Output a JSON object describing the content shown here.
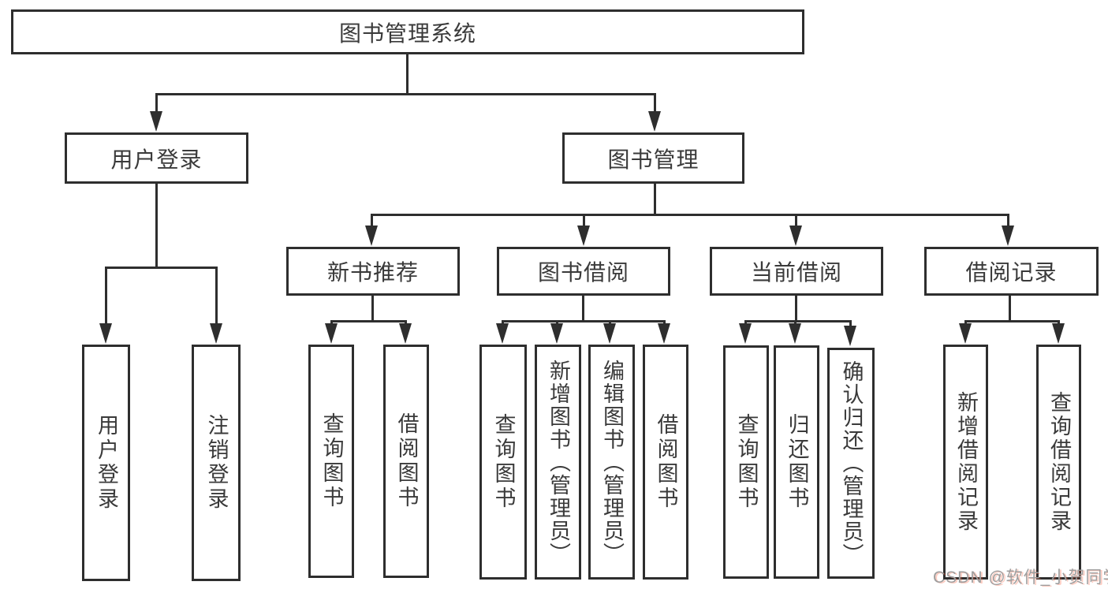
{
  "tree": {
    "root": "图书管理系统",
    "level2": [
      "用户登录",
      "图书管理"
    ],
    "level3": [
      "新书推荐",
      "图书借阅",
      "当前借阅",
      "借阅记录"
    ],
    "leaves_user_login": [
      "用户登录",
      "注销登录"
    ],
    "leaves_new_book": [
      "查询图书",
      "借阅图书"
    ],
    "leaves_book_borrow": [
      "查询图书",
      "新增图书（管理员）",
      "编辑图书（管理员）",
      "借阅图书"
    ],
    "leaves_current_borrow": [
      "查询图书",
      "归还图书",
      "确认归还（管理员）"
    ],
    "leaves_borrow_records": [
      "新增借阅记录",
      "查询借阅记录"
    ]
  },
  "watermark": {
    "text": "CSDN @软件_小贺同学"
  },
  "colors": {
    "line": "#2e2e2e",
    "text": "#3a3a3a",
    "background": "#ffffff",
    "watermark_gray": "#9e9e9e",
    "watermark_accent": "#fc5531"
  }
}
